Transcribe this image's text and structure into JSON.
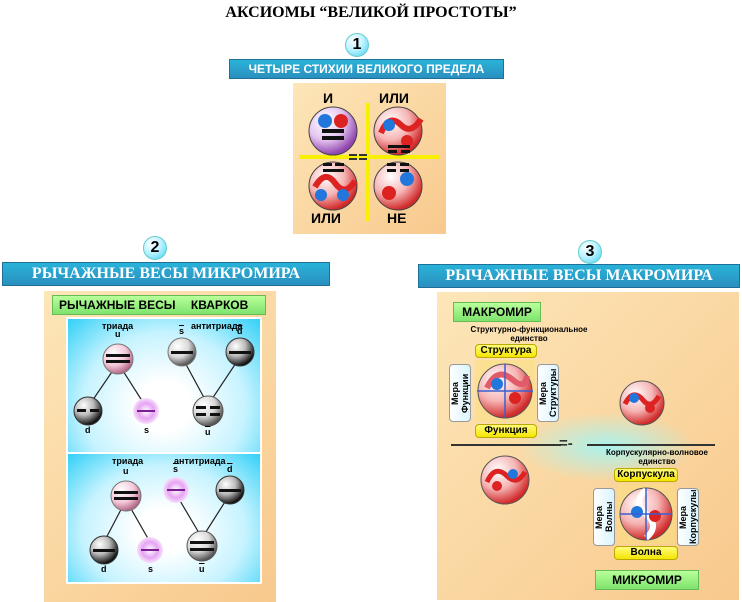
{
  "title": "АКСИОМЫ “ВЕЛИКОЙ ПРОСТОТЫ”",
  "section1": {
    "number": "1",
    "heading": "ЧЕТЫРЕ СТИХИИ ВЕЛИКОГО ПРЕДЕЛА",
    "labels": {
      "top_left": "И",
      "top_right": "ИЛИ",
      "bottom_left": "ИЛИ",
      "bottom_right": "НЕ"
    }
  },
  "section2": {
    "number": "2",
    "heading": "РЫЧАЖНЫЕ ВЕСЫ МИКРОМИРА",
    "subheading_left": "РЫЧАЖНЫЕ ВЕСЫ",
    "subheading_right": "КВАРКОВ",
    "panel_top": {
      "triad": "триада",
      "antitriad": "антитриада",
      "q_u": "u",
      "q_sbar": "s",
      "q_dbar": "d",
      "q_d": "d",
      "q_s": "s",
      "q_ubar": "u"
    },
    "panel_bottom": {
      "triad": "триада",
      "antitriad": "антитриада",
      "q_u": "u",
      "q_sbar": "s",
      "q_dbar": "d",
      "q_d": "d",
      "q_s": "s",
      "q_ubar": "u"
    }
  },
  "section3": {
    "number": "3",
    "heading": "РЫЧАЖНЫЕ ВЕСЫ МАКРОМИРА",
    "macro_label": "МАКРОМИР",
    "micro_label": "МИКРОМИР",
    "unity_top_line1": "Структурно-функциональное",
    "unity_top_line2": "единство",
    "structure": "Структура",
    "function": "Функция",
    "measure_function": "Мера Функции",
    "measure_structure": "Мера Структуры",
    "unity_bottom_line1": "Корпускулярно-волновое",
    "unity_bottom_line2": "единство",
    "corpuscle": "Корпускула",
    "wave": "Волна",
    "measure_wave": "Мера Волны",
    "measure_corpuscle": "Мера Корпускулы"
  }
}
